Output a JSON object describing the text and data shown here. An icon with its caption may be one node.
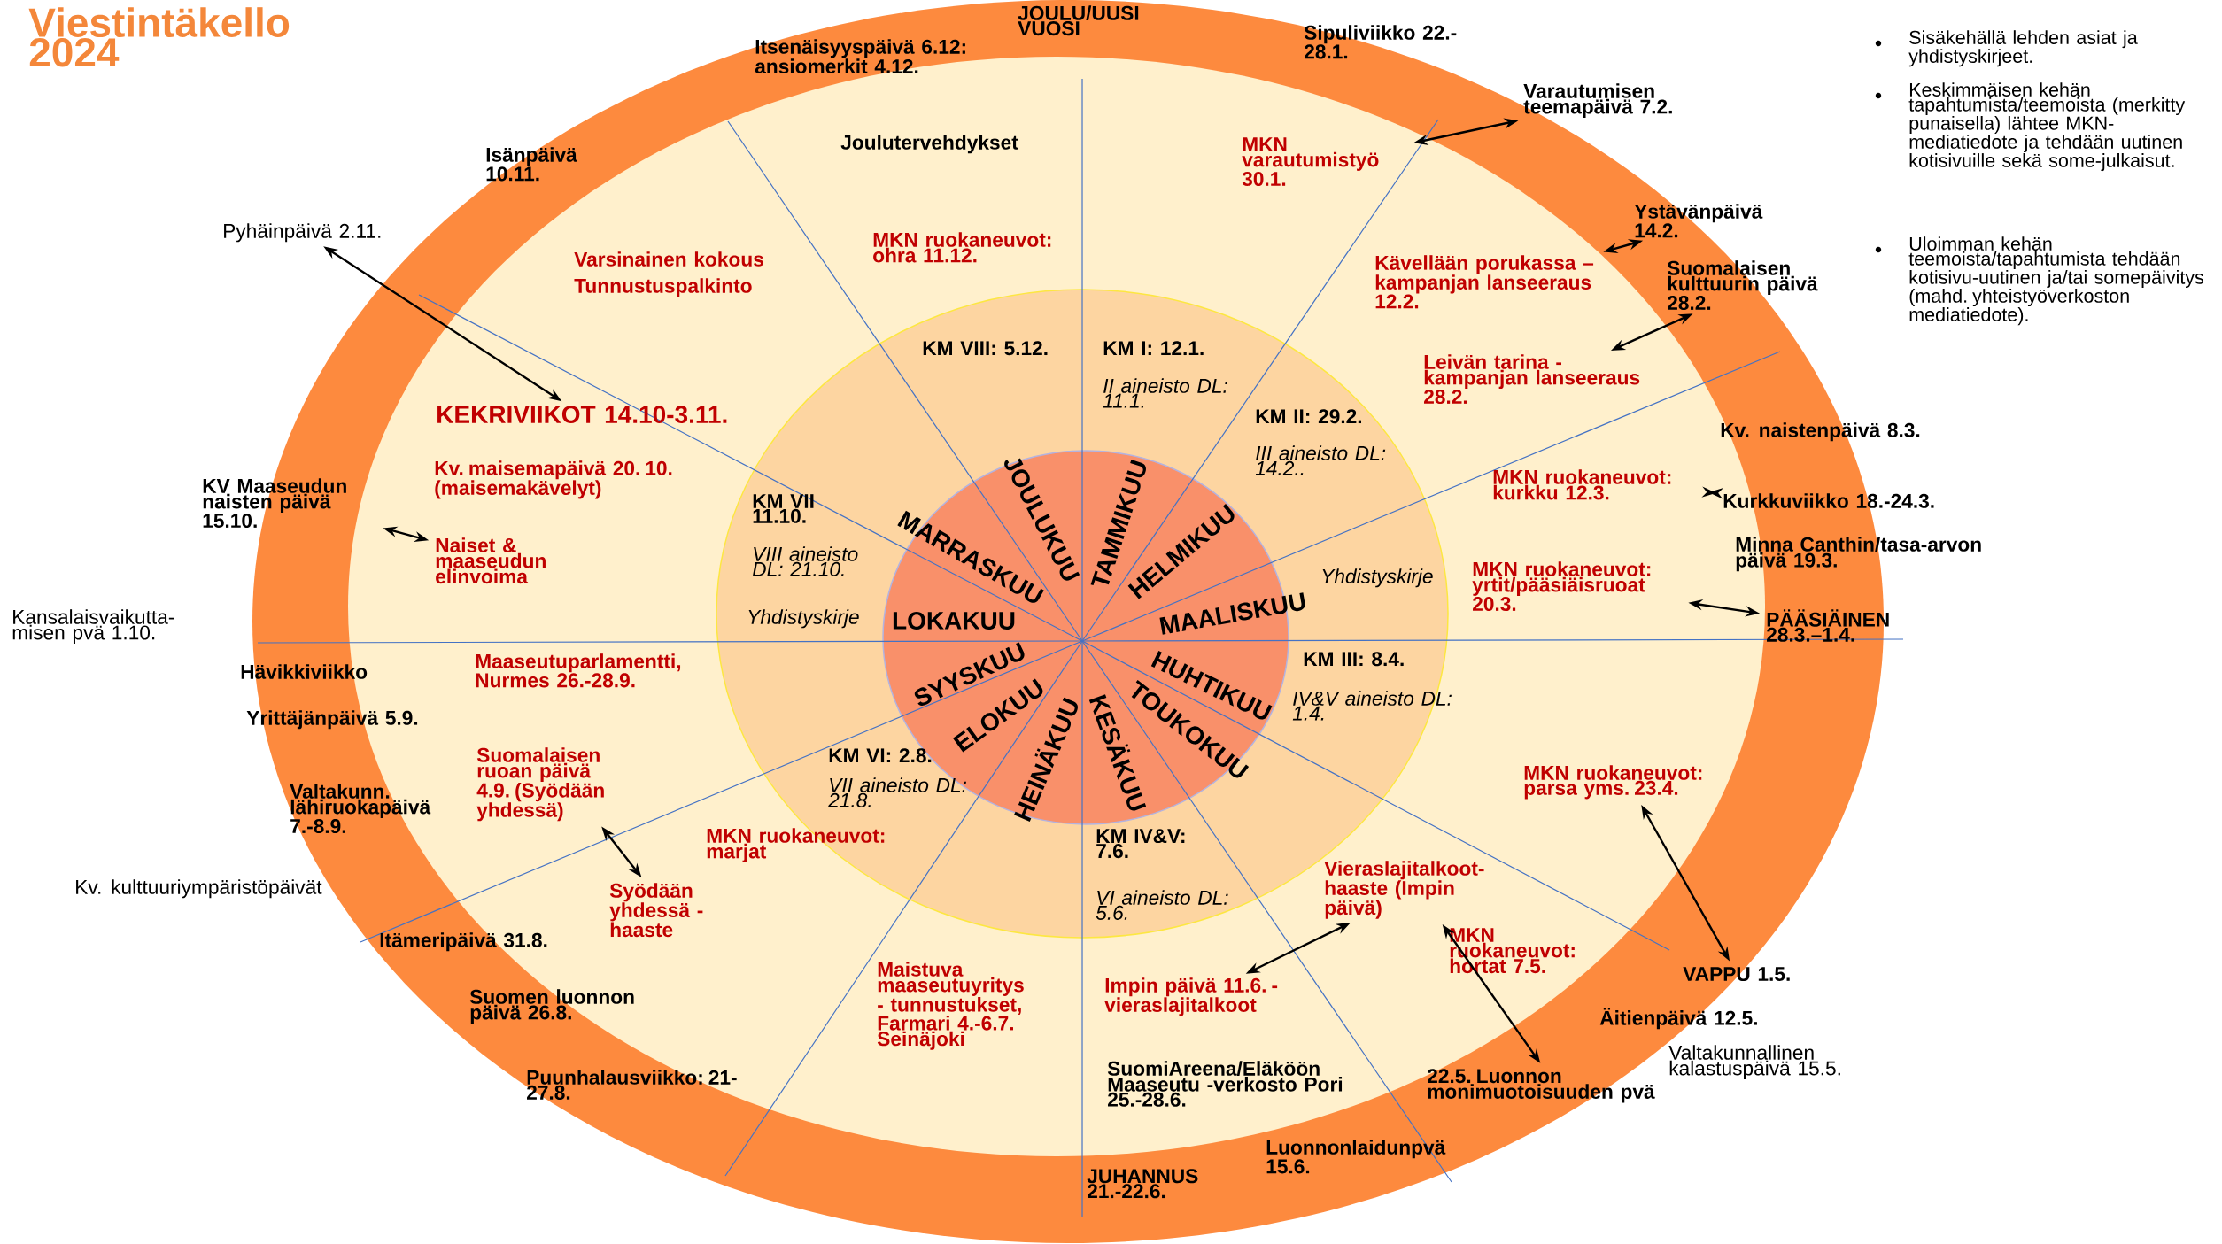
{
  "diagram": {
    "title": "Viestintäkello 2024",
    "nodes": [
      {
        "text": [
          "Varautumisen teemapäivä 7.2."
        ]
      },
      {
        "text": [
          "MKN varautumistyö 30.1."
        ]
      },
      {
        "text": [
          "Ystävänpäivä 14.2."
        ]
      },
      {
        "text": [
          "Pyhäinpäivä 2.11."
        ]
      },
      {
        "text": [
          "Kävellään porukassa – kampanjan lanseeraus 12.2."
        ]
      },
      {
        "text": [
          "Suomalaisen kulttuurin päivä 28.2."
        ]
      },
      {
        "text": [
          "Leivän tarina - kampanjan lanseeraus 28.2."
        ]
      },
      {
        "text": [
          "KEKRIVIIKOT 14.10-3.11."
        ]
      },
      {
        "text": [
          "MKN ruokaneuvot: kurkku 12.3."
        ]
      },
      {
        "text": [
          "KV Maaseudun naisten päivä 15.10."
        ]
      },
      {
        "text": [
          "Kurkkuviikko 18.-24.3."
        ]
      },
      {
        "text": [
          "Naiset & maaseudun elinvoima"
        ]
      },
      {
        "text": [
          "MKN ruokaneuvot: yrtit/pääsiäisruoat 20.3."
        ]
      },
      {
        "text": [
          "PÄÄSIÄINEN 28.3.–1.4."
        ]
      },
      {
        "text": [
          "Suomalaisen ruoan päivä 4.9. (Syödään yhdessä)"
        ]
      },
      {
        "text": [
          "MKN ruokaneuvot: parsa yms. 23.4."
        ]
      },
      {
        "text": [
          "Vieraslajitalkoot-haaste (Impin päivä)"
        ]
      },
      {
        "text": [
          "Syödään yhdessä - haaste"
        ]
      },
      {
        "text": [
          "VAPPU 1.5."
        ]
      },
      {
        "text": [
          "Impin päivä 11.6. -vieraslajitalkoot"
        ]
      },
      {
        "text": [
          "22.5. Luonnon monimuotoisuuden pvä"
        ]
      }
    ],
    "edges": [
      {
        "from": 1,
        "to": 0,
        "arrow": "both"
      },
      {
        "from": 4,
        "to": 2,
        "arrow": "both"
      },
      {
        "from": 3,
        "to": 7,
        "arrow": "both"
      },
      {
        "from": 6,
        "to": 5,
        "arrow": "both"
      },
      {
        "from": 9,
        "to": 11,
        "arrow": "both"
      },
      {
        "from": 8,
        "to": 10,
        "arrow": "both"
      },
      {
        "from": 12,
        "to": 13,
        "arrow": "both"
      },
      {
        "from": 14,
        "to": 17,
        "arrow": "both"
      },
      {
        "from": 15,
        "to": 18,
        "arrow": "both"
      },
      {
        "from": 19,
        "to": 16,
        "arrow": "both"
      },
      {
        "from": 16,
        "to": 20,
        "arrow": "both"
      }
    ],
    "labels": [
      "JOULU/UUSI VUOSI",
      "Sipuliviikko 22.-28.1.",
      "Sisäkehällä lehden asiat ja yhdistyskirjeet.",
      "Itsenäisyyspäivä 6.12: ansiomerkit 4.12.",
      "Keskimmäisen kehän tapahtumista/teemoista (merkitty punaisella) lähtee MKN-mediatiedote ja tehdään uutinen kotisivuille sekä some-julkaisut.",
      "Joulutervehdykset",
      "Isänpäivä 10.11.",
      "MKN ruokaneuvot: ohra 11.12.",
      "Uloimman kehän teemoista/tapahtumista tehdään kotisivu-uutinen ja/tai somepäivitys (mahd. yhteistyöverkoston mediatiedote).",
      "Varsinainen kokous",
      "Tunnustuspalkinto",
      "KM VIII: 5.12.",
      "KM I: 12.1.",
      "II aineisto DL: 11.1.",
      "KM II: 29.2.",
      "Kv. naistenpäivä 8.3.",
      "III aineisto DL: 14.2..",
      "Kv. maisemapäivä 20. 10. (maisemakävelyt)",
      "KM VII 11.10.",
      "Minna Canthin/tasa-arvon päivä 19.3.",
      "VIII aineisto DL: 21.10.",
      "Yhdistyskirje",
      "Kansalaisvaikutta-misen pvä 1.10.",
      "Yhdistyskirje",
      "KM III: 8.4.",
      "Maaseutuparlamentti, Nurmes 26.-28.9.",
      "Hävikkiviikko",
      "IV&V aineisto DL: 1.4.",
      "Yrittäjänpäivä 5.9.",
      "KM VI: 2.8.",
      "VII aineisto DL: 21.8.",
      "Valtakunn. lähiruokapäivä 7.-8.9.",
      "MKN ruokaneuvot: marjat",
      "KM IV&V: 7.6.",
      "Kv. kulttuuriympäristöpäivät",
      "VI aineisto DL: 5.6.",
      "MKN ruokaneuvot: hortat 7.5.",
      "Itämeripäivä 31.8.",
      "Maistuva maaseutuyritys - tunnustukset, Farmari 4.-6.7. Seinäjoki",
      "Suomen luonnon päivä 26.8.",
      "Äitienpäivä 12.5.",
      "Valtakunnallinen kalastuspäivä 15.5.",
      "SuomiAreena/Eläköön Maaseutu -verkosto Pori 25.-28.6.",
      "Puunhalausviikko: 21-27.8.",
      "Luonnonlaidunpvä 15.6.",
      "JUHANNUS 21.-22.6.",
      "JOULUKUU",
      "TAMMIKUU",
      "MARRASKUU",
      "HELMIKUU",
      "MAALISKUU",
      "LOKAKUU",
      "SYYSKUU",
      "HUHTIKUU",
      "ELOKUU",
      "TOUKOKUU",
      "HEINÄKUU",
      "KESÄKUU"
    ]
  }
}
